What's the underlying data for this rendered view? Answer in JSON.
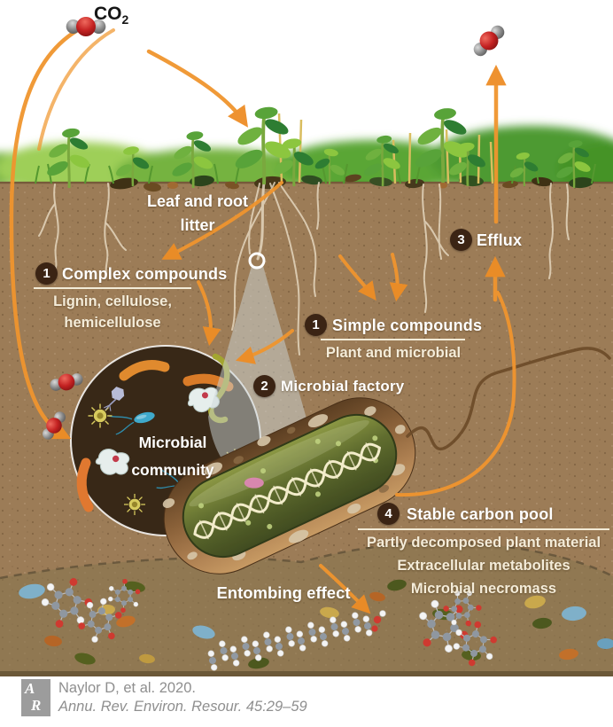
{
  "atmosphere": {
    "co2_label_main": "CO",
    "co2_label_sub": "2"
  },
  "soil_labels": {
    "litter_line1": "Leaf and root",
    "litter_line2": "litter",
    "entombing": "Entombing effect"
  },
  "steps": {
    "complex": {
      "num": "1",
      "title": "Complex compounds",
      "line1": "Lignin, cellulose,",
      "line2": "hemicellulose"
    },
    "simple": {
      "num": "1",
      "title": "Simple compounds",
      "line1": "Plant and microbial"
    },
    "factory": {
      "num": "2",
      "title": "Microbial factory"
    },
    "efflux": {
      "num": "3",
      "title": "Efflux"
    },
    "stable": {
      "num": "4",
      "title": "Stable carbon pool",
      "line1": "Partly decomposed plant material",
      "line2": "Extracellular metabolites",
      "line3": "Microbial necromass"
    }
  },
  "community": {
    "line1": "Microbial",
    "line2": "community"
  },
  "citation": {
    "logo_top": "A",
    "logo_bottom": "R",
    "line1": "Naylor D, et al. 2020.",
    "line2": "Annu. Rev. Environ. Resour. 45:29–59"
  },
  "colors": {
    "arrow_orange": "#f0952e",
    "soil": "#9c7c57",
    "soil_deep": "#86744f",
    "badge_brown": "#3b2414",
    "community_circle": "#382817",
    "bacterium_inner_green": "#5f6d2e",
    "text_cream": "#f4ecd9",
    "grass_green": "#6fae3d",
    "citation_grey": "#8f8f8f"
  }
}
